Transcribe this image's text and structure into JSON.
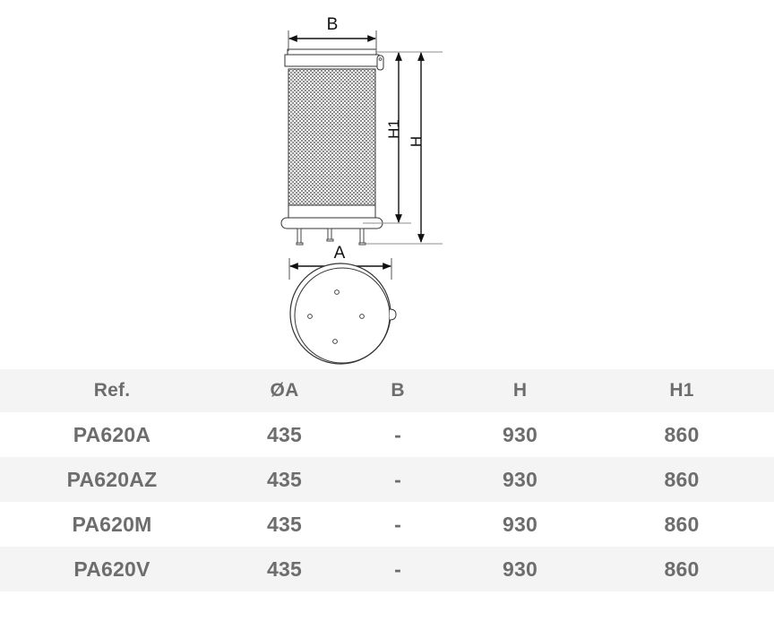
{
  "drawing": {
    "name": "filter-housing-technical-drawing",
    "views": [
      {
        "id": "side-view",
        "label": "side elevation"
      },
      {
        "id": "top-view",
        "label": "top plan view"
      }
    ],
    "dimension_labels": {
      "b": "B",
      "a": "A",
      "h": "H",
      "h1": "H1"
    },
    "line_color": "#1a1a1a",
    "mesh_color": "#9a9a9a",
    "fill_color": "#ffffff"
  },
  "table": {
    "name": "dimensions-table",
    "header_background": "#f4f4f4",
    "row_background": "#ffffff",
    "row_alt_background": "#f4f4f4",
    "text_color": "#6d6d6d",
    "columns": [
      {
        "key": "ref",
        "label": "Ref."
      },
      {
        "key": "a",
        "label": "ØA"
      },
      {
        "key": "b",
        "label": "B"
      },
      {
        "key": "h",
        "label": "H"
      },
      {
        "key": "h1",
        "label": "H1"
      }
    ],
    "rows": [
      {
        "ref": "PA620A",
        "a": "435",
        "b": "-",
        "h": "930",
        "h1": "860"
      },
      {
        "ref": "PA620AZ",
        "a": "435",
        "b": "-",
        "h": "930",
        "h1": "860"
      },
      {
        "ref": "PA620M",
        "a": "435",
        "b": "-",
        "h": "930",
        "h1": "860"
      },
      {
        "ref": "PA620V",
        "a": "435",
        "b": "-",
        "h": "930",
        "h1": "860"
      }
    ]
  }
}
